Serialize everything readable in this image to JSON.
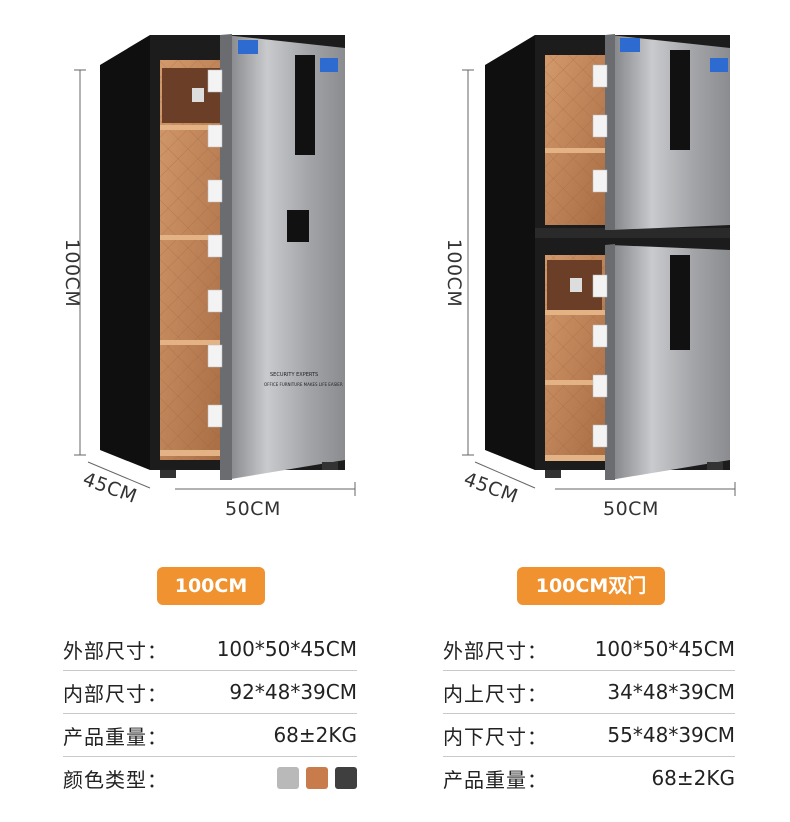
{
  "left_product": {
    "dim_height": "100CM",
    "dim_depth": "45CM",
    "dim_width": "50CM",
    "door_print_1": "SECURITY EXPERTS",
    "door_print_2": "OFFICE FURNITURE MAKES LIFE EASIER",
    "badge": "100CM",
    "specs": [
      {
        "label": "外部尺寸：",
        "value": "100*50*45CM"
      },
      {
        "label": "内部尺寸：",
        "value": "92*48*39CM"
      },
      {
        "label": "产品重量：",
        "value": "68±2KG"
      },
      {
        "label": "颜色类型：",
        "value": ""
      }
    ],
    "colors": [
      "#b9b9b9",
      "#c87c4c",
      "#3f3f3f"
    ]
  },
  "right_product": {
    "dim_height": "100CM",
    "dim_depth": "45CM",
    "dim_width": "50CM",
    "badge": "100CM双门",
    "specs": [
      {
        "label": "外部尺寸：",
        "value": "100*50*45CM"
      },
      {
        "label": "内上尺寸：",
        "value": "34*48*39CM"
      },
      {
        "label": "内下尺寸：",
        "value": "55*48*39CM"
      },
      {
        "label": "产品重量：",
        "value": "68±2KG"
      }
    ]
  },
  "colors": {
    "accent": "#f0922f",
    "safe_body": "#1c1c1c",
    "door_silver": "#a9aaac",
    "interior_leather": "#c0855a"
  }
}
